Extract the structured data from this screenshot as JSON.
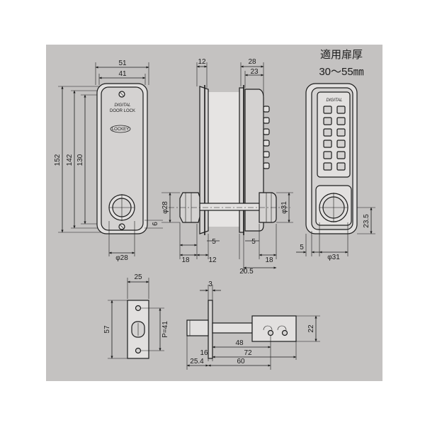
{
  "note": {
    "line1": "適用扉厚",
    "line2": "30～55㎜"
  },
  "panel": {
    "line1": "DIGITAL",
    "line2": "DOOR LOCK",
    "logo": "LOCKEY"
  },
  "keypad_panel": {
    "label": "DIGITAL"
  },
  "front_view": {
    "width_outer": "51",
    "width_inner": "41",
    "height_total": "152",
    "height_142": "142",
    "height_130": "130",
    "knob_offset": "6",
    "knob_dia": "φ28"
  },
  "side_view": {
    "d12_top": "12",
    "d28": "28",
    "d23": "23",
    "knob_dia_left": "φ28",
    "knob_dia_right": "φ31",
    "d18_left": "18",
    "d12_bottom": "12",
    "d5_left": "5",
    "d5_right": "5",
    "d18_right": "18",
    "d20_5": "20.5"
  },
  "rear_view": {
    "d5": "5",
    "knob_dia": "φ31",
    "d23_5": "23.5"
  },
  "faceplate": {
    "width": "25",
    "height": "57",
    "pitch": "P=41"
  },
  "latch": {
    "d3": "3",
    "d22": "22",
    "d48": "48",
    "d72": "72",
    "d16": "16",
    "d25_4": "25.4",
    "d60": "60"
  },
  "colors": {
    "background": "#c4c2c1",
    "part": "#d4d2d1",
    "line": "#1c1c1c"
  }
}
